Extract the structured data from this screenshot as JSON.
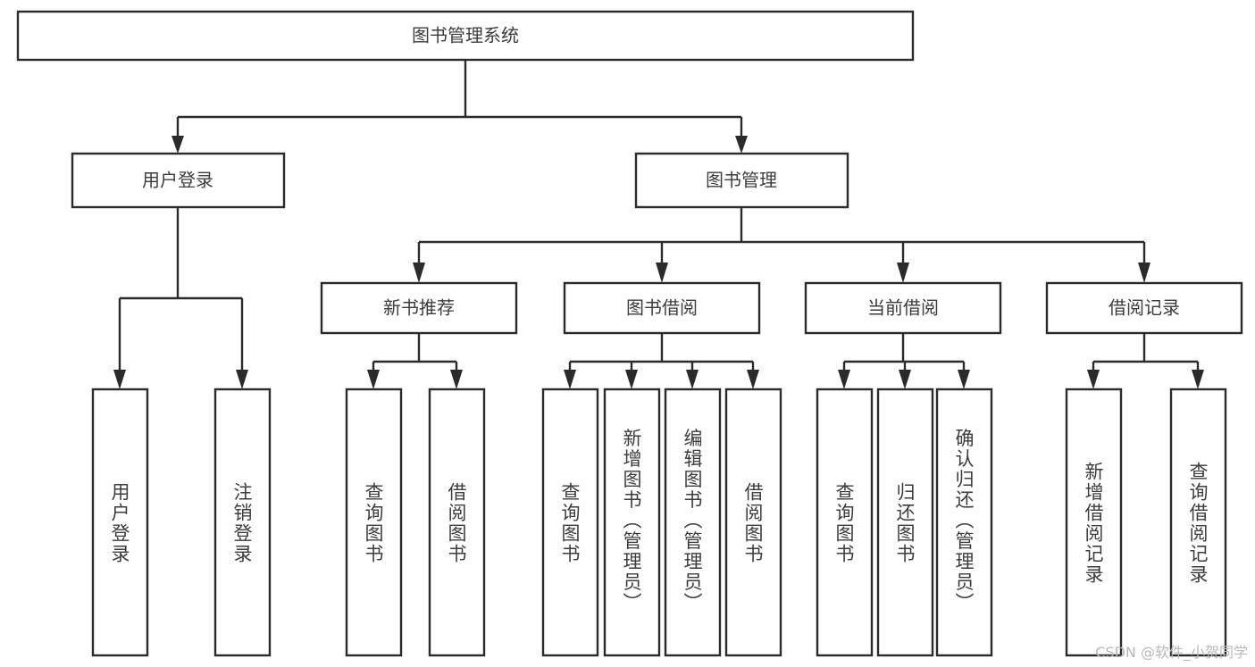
{
  "diagram": {
    "title": "图书管理系统",
    "type": "tree-hierarchy-flowchart",
    "orientation": "top-down",
    "colors": {
      "box_fill": "#ffffff",
      "box_stroke": "#2b2b2b",
      "text": "#3c3c3c",
      "background": "#ffffff",
      "watermark": "#b8b8b8"
    },
    "levels": {
      "root": {
        "label": "图书管理系统"
      },
      "level2": [
        {
          "label": "用户登录"
        },
        {
          "label": "图书管理"
        }
      ],
      "level3": [
        {
          "label": "新书推荐"
        },
        {
          "label": "图书借阅"
        },
        {
          "label": "当前借阅"
        },
        {
          "label": "借阅记录"
        }
      ],
      "leaves_user_login": [
        {
          "label": "用户登录"
        },
        {
          "label": "注销登录"
        }
      ],
      "leaves_new_book": [
        {
          "label": "查询图书"
        },
        {
          "label": "借阅图书"
        }
      ],
      "leaves_book_borrow": [
        {
          "label": "查询图书"
        },
        {
          "label": "新增图书（管理员）"
        },
        {
          "label": "编辑图书（管理员）"
        },
        {
          "label": "借阅图书"
        }
      ],
      "leaves_current_borrow": [
        {
          "label": "查询图书"
        },
        {
          "label": "归还图书"
        },
        {
          "label": "确认归还（管理员）"
        }
      ],
      "leaves_borrow_record": [
        {
          "label": "新增借阅记录"
        },
        {
          "label": "查询借阅记录"
        }
      ]
    }
  },
  "watermark": {
    "text": "CSDN @软件_小贺同学"
  }
}
